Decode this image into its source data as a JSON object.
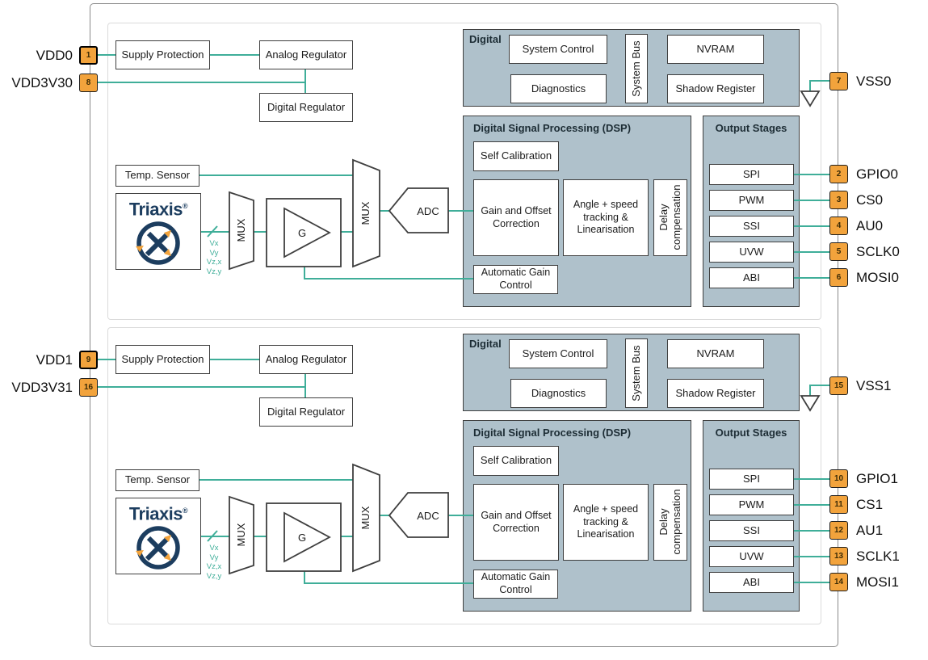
{
  "colors": {
    "teal": "#3FAE99",
    "orange": "#F2A33C",
    "navy": "#1C3D5F",
    "panel": "#AFC1CB",
    "line": "#3F3F3F"
  },
  "dies": [
    {
      "pins": {
        "vdd": {
          "num": "1",
          "label": "VDD0"
        },
        "vdd3v3": {
          "num": "8",
          "label": "VDD3V30"
        },
        "vss": {
          "num": "7",
          "label": "VSS0"
        },
        "outputs": [
          {
            "num": "2",
            "label": "GPIO0"
          },
          {
            "num": "3",
            "label": "CS0"
          },
          {
            "num": "4",
            "label": "AU0"
          },
          {
            "num": "5",
            "label": "SCLK0"
          },
          {
            "num": "6",
            "label": "MOSI0"
          }
        ]
      },
      "blocks": {
        "supply_protection": "Supply Protection",
        "analog_regulator": "Analog Regulator",
        "digital_regulator": "Digital Regulator",
        "temp_sensor": "Temp. Sensor",
        "triaxis_brand": "Triaxis",
        "triaxis_reg": "®",
        "mux": "MUX",
        "gain": "G",
        "adc": "ADC"
      },
      "signals": [
        "Vx",
        "Vy",
        "Vz,x",
        "Vz,y"
      ],
      "digital": {
        "title": "Digital",
        "system_control": "System Control",
        "diagnostics": "Diagnostics",
        "system_bus": "System Bus",
        "nvram": "NVRAM",
        "shadow_register": "Shadow Register"
      },
      "dsp": {
        "title": "Digital Signal Processing (DSP)",
        "self_calibration": "Self Calibration",
        "gain_offset": "Gain and Offset Correction",
        "angle_speed": "Angle + speed tracking & Linearisation",
        "delay": "Delay compensation",
        "agc": "Automatic Gain Control"
      },
      "output_stages": {
        "title": "Output Stages",
        "items": [
          "SPI",
          "PWM",
          "SSI",
          "UVW",
          "ABI"
        ]
      }
    },
    {
      "pins": {
        "vdd": {
          "num": "9",
          "label": "VDD1"
        },
        "vdd3v3": {
          "num": "16",
          "label": "VDD3V31"
        },
        "vss": {
          "num": "15",
          "label": "VSS1"
        },
        "outputs": [
          {
            "num": "10",
            "label": "GPIO1"
          },
          {
            "num": "11",
            "label": "CS1"
          },
          {
            "num": "12",
            "label": "AU1"
          },
          {
            "num": "13",
            "label": "SCLK1"
          },
          {
            "num": "14",
            "label": "MOSI1"
          }
        ]
      },
      "blocks": {
        "supply_protection": "Supply Protection",
        "analog_regulator": "Analog Regulator",
        "digital_regulator": "Digital Regulator",
        "temp_sensor": "Temp. Sensor",
        "triaxis_brand": "Triaxis",
        "triaxis_reg": "®",
        "mux": "MUX",
        "gain": "G",
        "adc": "ADC"
      },
      "signals": [
        "Vx",
        "Vy",
        "Vz,x",
        "Vz,y"
      ],
      "digital": {
        "title": "Digital",
        "system_control": "System Control",
        "diagnostics": "Diagnostics",
        "system_bus": "System Bus",
        "nvram": "NVRAM",
        "shadow_register": "Shadow Register"
      },
      "dsp": {
        "title": "Digital Signal Processing (DSP)",
        "self_calibration": "Self Calibration",
        "gain_offset": "Gain and Offset Correction",
        "angle_speed": "Angle + speed tracking & Linearisation",
        "delay": "Delay compensation",
        "agc": "Automatic Gain Control"
      },
      "output_stages": {
        "title": "Output Stages",
        "items": [
          "SPI",
          "PWM",
          "SSI",
          "UVW",
          "ABI"
        ]
      }
    }
  ]
}
